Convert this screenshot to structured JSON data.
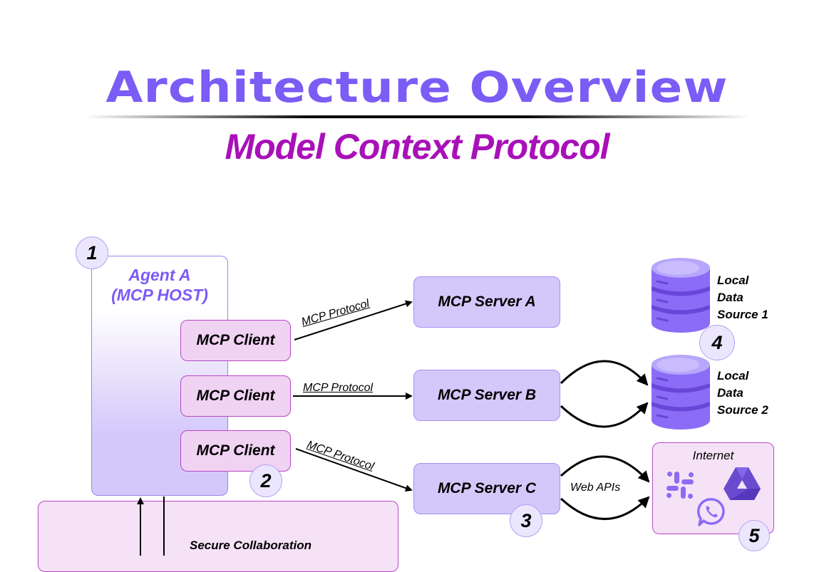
{
  "header": {
    "title": "Architecture Overview",
    "subtitle": "Model Context Protocol"
  },
  "colors": {
    "title": "#7b5cf5",
    "subtitle": "#a810b8",
    "server_fill": "#d4c8fb",
    "client_fill": "#f0d2f2",
    "client_border": "#b848c4",
    "badge_fill": "#ebe6fd"
  },
  "host": {
    "line1": "Agent A",
    "line2": "(MCP HOST)",
    "badge": "1"
  },
  "clients": [
    {
      "label": "MCP Client"
    },
    {
      "label": "MCP Client"
    },
    {
      "label": "MCP Client",
      "badge": "2"
    }
  ],
  "connections": [
    {
      "label": "MCP Protocol"
    },
    {
      "label": "MCP Protocol"
    },
    {
      "label": "MCP Protocol"
    }
  ],
  "servers": [
    {
      "label": "MCP Server A"
    },
    {
      "label": "MCP Server B"
    },
    {
      "label": "MCP Server C",
      "badge": "3"
    }
  ],
  "data_sources": {
    "badge": "4",
    "items": [
      {
        "line1": "Local",
        "line2": "Data",
        "line3": "Source 1",
        "icon": "database-icon"
      },
      {
        "line1": "Local",
        "line2": "Data",
        "line3": "Source 2",
        "icon": "database-icon"
      }
    ]
  },
  "internet": {
    "label": "Internet",
    "badge": "5",
    "link_label": "Web APIs",
    "icons": [
      "slack-icon",
      "google-drive-icon",
      "whatsapp-icon"
    ]
  },
  "collaboration": {
    "label": "Secure Collaboration"
  }
}
